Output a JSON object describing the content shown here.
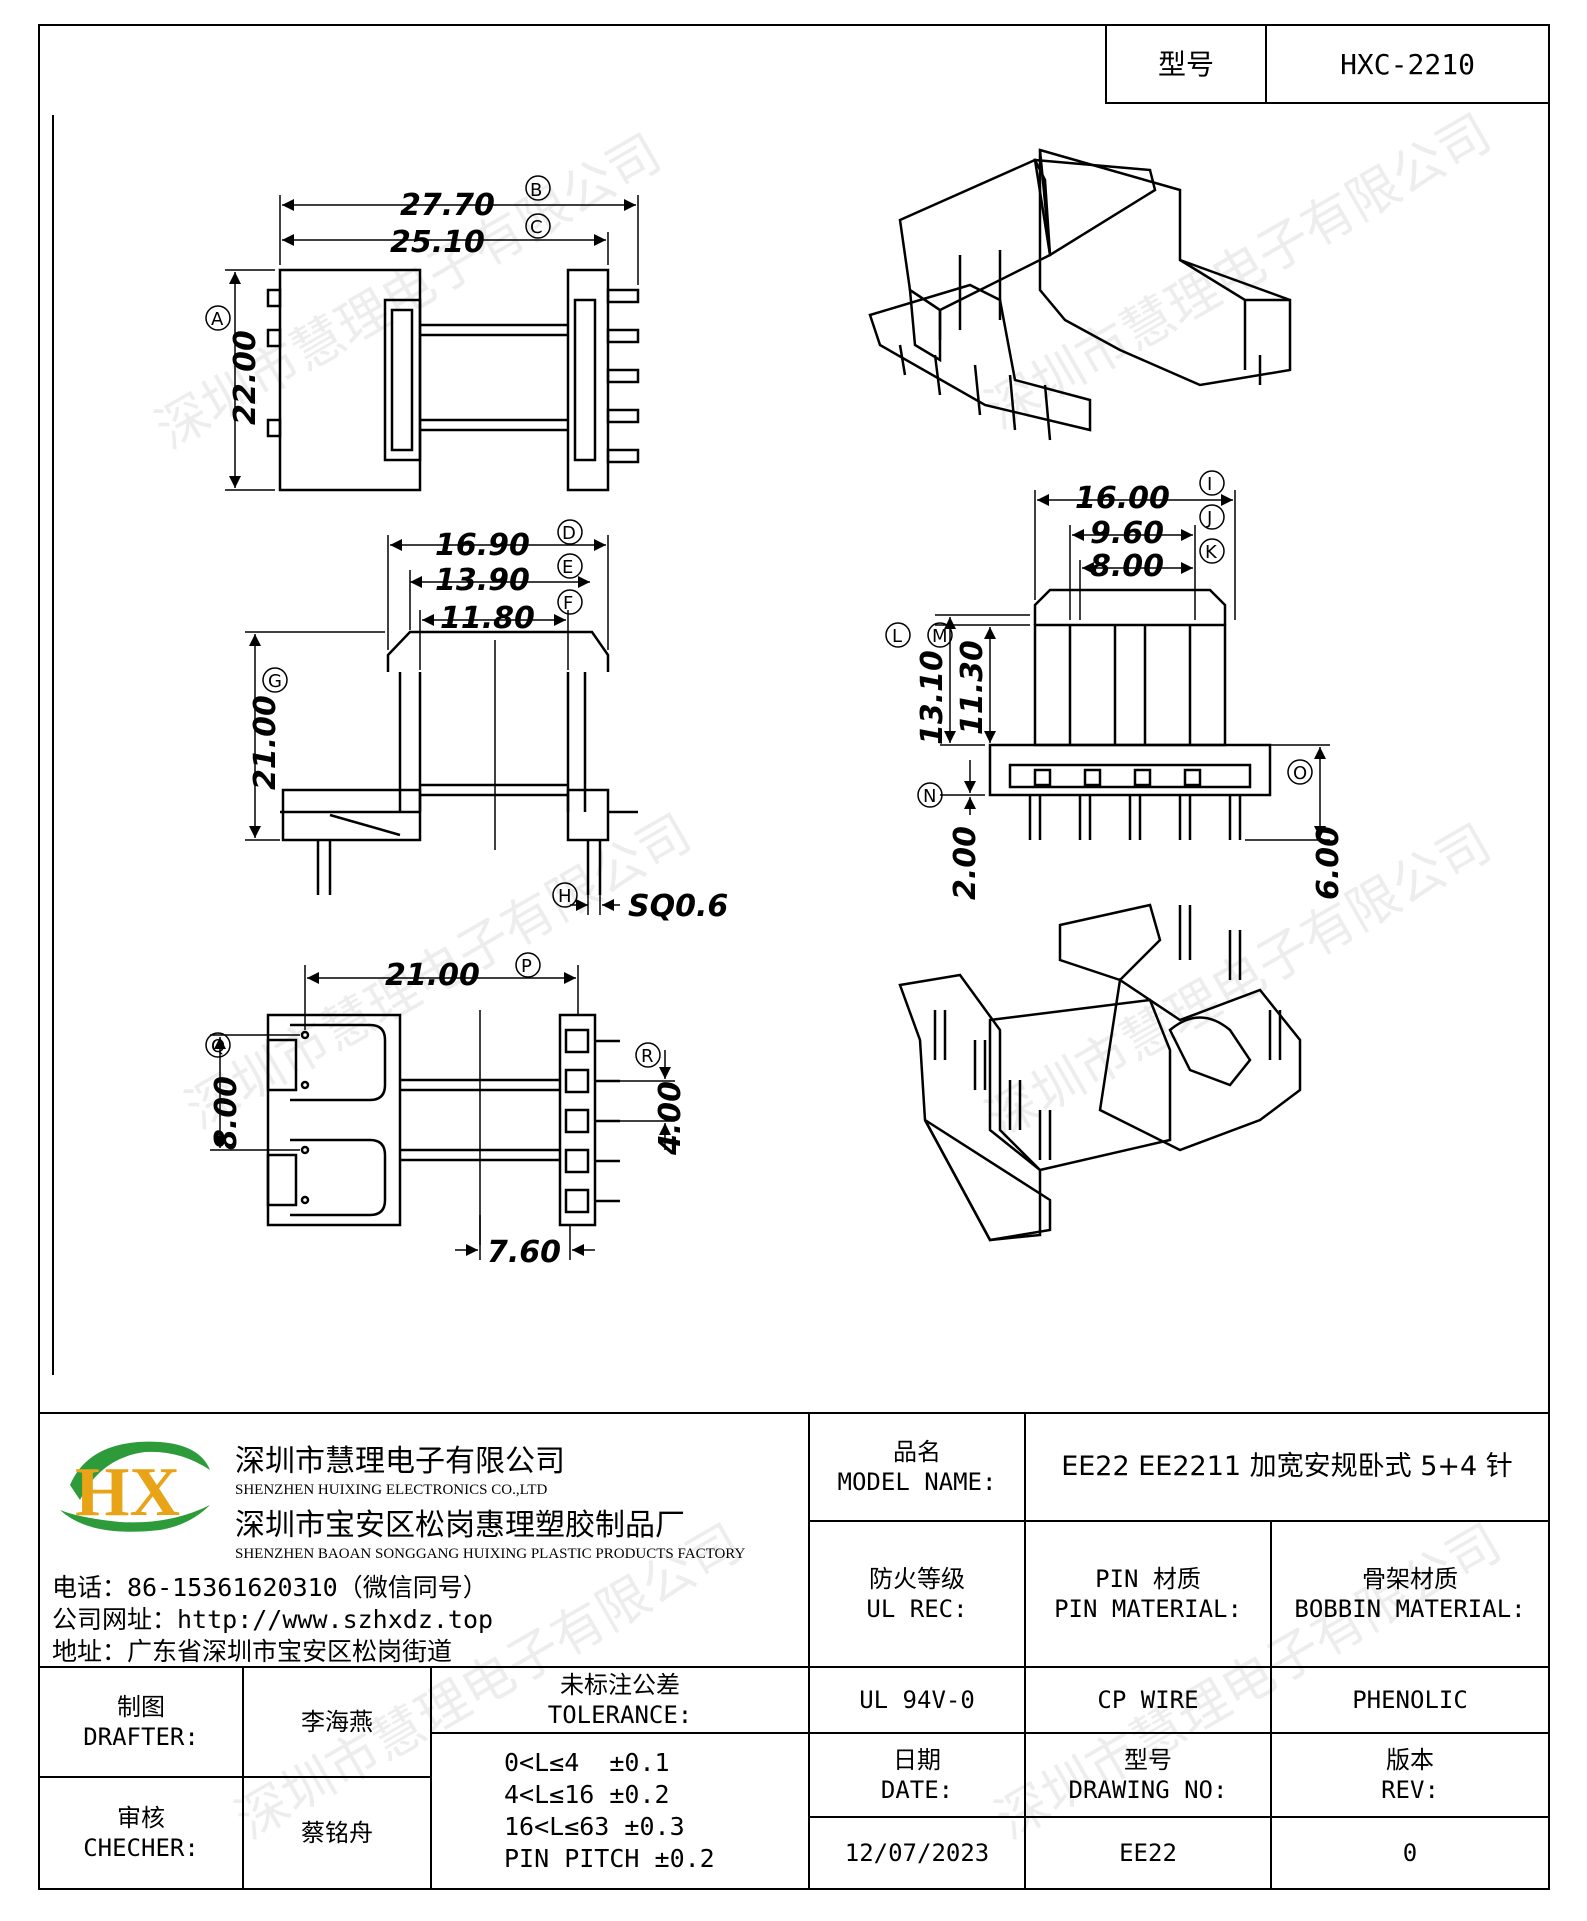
{
  "header": {
    "model_label": "型号",
    "model_value": "HXC-2210"
  },
  "watermark": "深圳市慧理电子有限公司",
  "dimensions": {
    "top_view": {
      "b": "27.70",
      "b_tag": "B",
      "c": "25.10",
      "c_tag": "C",
      "a": "22.00",
      "a_tag": "A"
    },
    "front_view": {
      "d": "16.90",
      "d_tag": "D",
      "e": "13.90",
      "e_tag": "E",
      "f": "11.80",
      "f_tag": "F",
      "g": "21.00",
      "g_tag": "G",
      "h_tag": "H",
      "h": "SQ0.6"
    },
    "bottom_view": {
      "p": "21.00",
      "p_tag": "P",
      "q": "8.00",
      "q_tag": "Q",
      "r": "4.00",
      "r_tag": "R",
      "s": "7.60"
    },
    "side_view": {
      "i": "16.00",
      "i_tag": "I",
      "j": "9.60",
      "j_tag": "J",
      "k": "8.00",
      "k_tag": "K",
      "l_tag": "L",
      "m_tag": "M",
      "l": "13.10",
      "m": "11.30",
      "n_tag": "N",
      "n": "2.00",
      "o_tag": "O",
      "o": "6.00"
    }
  },
  "company": {
    "logo_letters": "HX",
    "name_cn": "深圳市慧理电子有限公司",
    "name_en": "SHENZHEN HUIXING ELECTRONICS CO.,LTD",
    "factory_cn": "深圳市宝安区松岗惠理塑胶制品厂",
    "factory_en": "SHENZHEN BAOAN SONGGANG HUIXING PLASTIC PRODUCTS FACTORY",
    "phone": "电话：86-15361620310（微信同号）",
    "website": "公司网址：http://www.szhxdz.top",
    "address": "地址：广东省深圳市宝安区松岗街道"
  },
  "title_block": {
    "model_name_cn": "品名",
    "model_name_en": "MODEL NAME:",
    "model_name_value": "EE22 EE2211 加宽安规卧式 5+4 针",
    "ul_cn": "防火等级",
    "ul_en": "UL REC:",
    "pin_cn": "PIN 材质",
    "pin_en": "PIN MATERIAL:",
    "bobbin_cn": "骨架材质",
    "bobbin_en": "BOBBIN MATERIAL:",
    "ul_value": "UL 94V-0",
    "pin_value": "CP WIRE",
    "bobbin_value": "PHENOLIC",
    "drafter_cn": "制图",
    "drafter_en": "DRAFTER:",
    "drafter_name": "李海燕",
    "checker_cn": "审核",
    "checker_en": "CHECHER:",
    "checker_name": "蔡铭舟",
    "tolerance_cn": "未标注公差",
    "tolerance_en": "TOLERANCE:",
    "tolerances": [
      "0<L≤4  ±0.1",
      "4<L≤16 ±0.2",
      "16<L≤63 ±0.3",
      "PIN PITCH ±0.2"
    ],
    "date_cn": "日期",
    "date_en": "DATE:",
    "date_value": "12/07/2023",
    "drawing_cn": "型号",
    "drawing_en": "DRAWING NO:",
    "drawing_value": "EE22",
    "rev_cn": "版本",
    "rev_en": "REV:",
    "rev_value": "0"
  }
}
